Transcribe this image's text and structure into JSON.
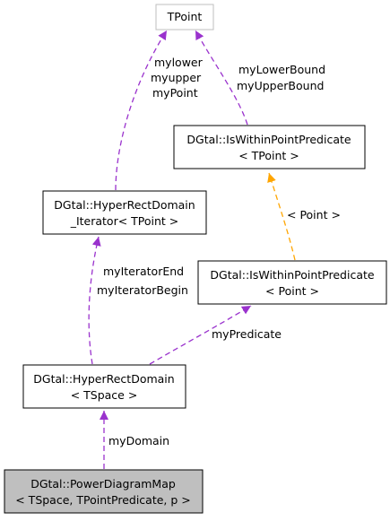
{
  "colors": {
    "usage_edge": "#9a32cd",
    "template_edge": "#ffa500",
    "node_border": "#000000",
    "external_node_border": "#bfbfbf",
    "highlight_fill": "#bfbfbf",
    "node_fill": "#ffffff"
  },
  "nodes": {
    "tpoint": {
      "lines": [
        "TPoint"
      ]
    },
    "within_tpoint": {
      "lines": [
        "DGtal::IsWithinPointPredicate",
        "< TPoint >"
      ]
    },
    "iterator": {
      "lines": [
        "DGtal::HyperRectDomain",
        "_Iterator< TPoint >"
      ]
    },
    "within_point": {
      "lines": [
        "DGtal::IsWithinPointPredicate",
        "< Point >"
      ]
    },
    "hyperrect": {
      "lines": [
        "DGtal::HyperRectDomain",
        "< TSpace >"
      ]
    },
    "powermap": {
      "lines": [
        "DGtal::PowerDiagramMap",
        "< TSpace, TPointPredicate, p >"
      ]
    }
  },
  "edges": {
    "iterator_to_tpoint": {
      "labels": [
        "mylower",
        "myupper",
        "myPoint"
      ]
    },
    "within_tpoint_to_tpoint": {
      "labels": [
        "myLowerBound",
        "myUpperBound"
      ]
    },
    "within_point_to_within_tpoint": {
      "labels": [
        "< Point >"
      ]
    },
    "hyperrect_to_iterator": {
      "labels": [
        "myIteratorEnd",
        "myIteratorBegin"
      ]
    },
    "hyperrect_to_within_point": {
      "labels": [
        "myPredicate"
      ]
    },
    "powermap_to_hyperrect": {
      "labels": [
        "myDomain"
      ]
    }
  }
}
